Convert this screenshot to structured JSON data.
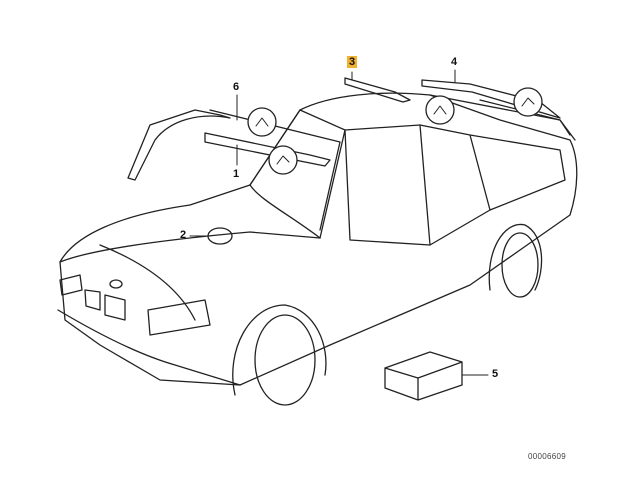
{
  "diagram": {
    "callouts": [
      {
        "id": "1",
        "label": "1"
      },
      {
        "id": "2",
        "label": "2"
      },
      {
        "id": "3",
        "label": "3",
        "highlighted": true
      },
      {
        "id": "4",
        "label": "4"
      },
      {
        "id": "5",
        "label": "5"
      },
      {
        "id": "6",
        "label": "6"
      }
    ],
    "highlight_color": "#f0b030",
    "drawing_code": "00006609"
  }
}
